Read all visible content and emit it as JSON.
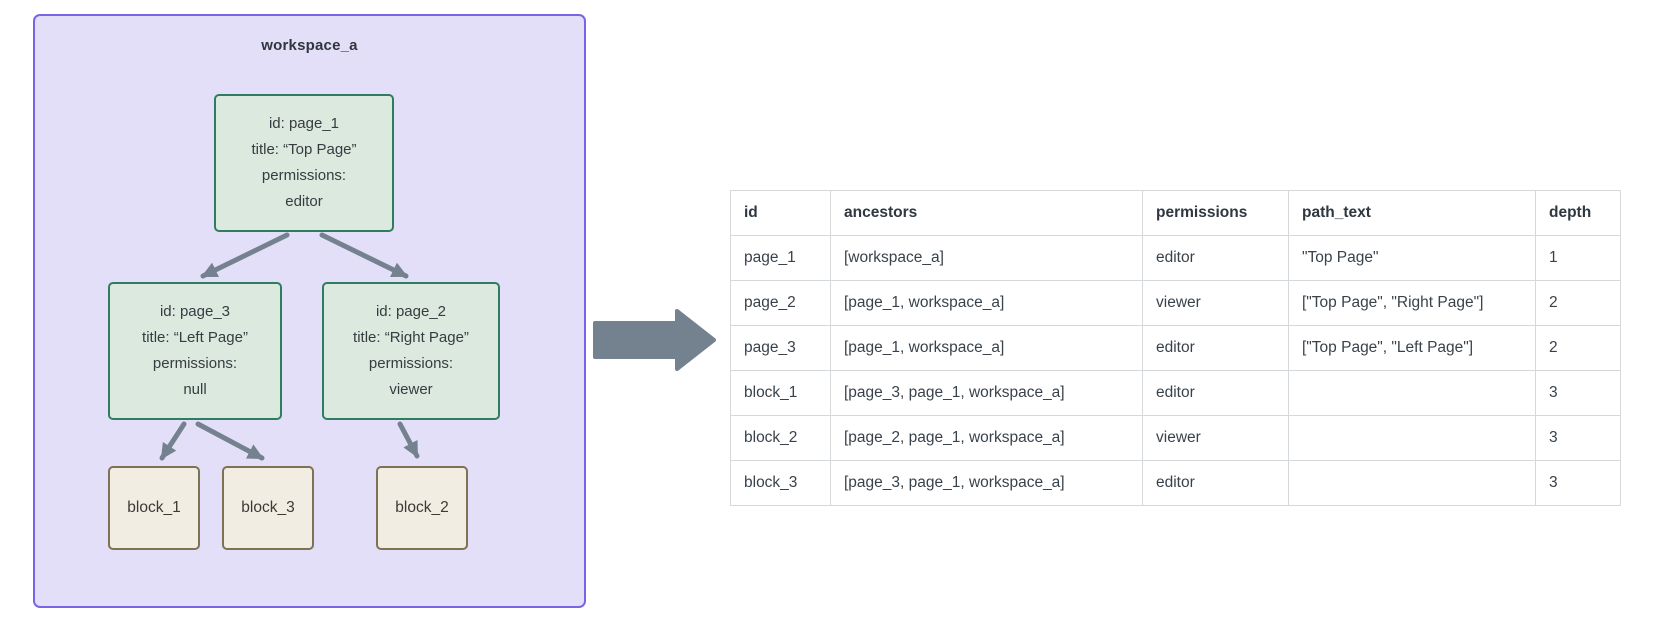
{
  "colors": {
    "workspace_fill": "#e3dff9",
    "workspace_border": "#7c63e6",
    "page_fill": "#dbe9df",
    "page_border": "#2e7d62",
    "block_fill": "#f2ede2",
    "block_border": "#7d7253",
    "arrow": "#74818f",
    "table_border": "#d6d9dc"
  },
  "diagram": {
    "workspace_label": "workspace_a",
    "nodes": {
      "page_1": {
        "lines": [
          "id: page_1",
          "title: “Top Page”",
          "permissions:",
          "editor"
        ]
      },
      "page_3": {
        "lines": [
          "id: page_3",
          "title: “Left Page”",
          "permissions:",
          "null"
        ]
      },
      "page_2": {
        "lines": [
          "id: page_2",
          "title: “Right Page”",
          "permissions:",
          "viewer"
        ]
      },
      "block_1": {
        "label": "block_1"
      },
      "block_3": {
        "label": "block_3"
      },
      "block_2": {
        "label": "block_2"
      }
    }
  },
  "table": {
    "headers": [
      "id",
      "ancestors",
      "permissions",
      "path_text",
      "depth"
    ],
    "rows": [
      [
        "page_1",
        "[workspace_a]",
        "editor",
        "\"Top Page\"",
        "1"
      ],
      [
        "page_2",
        "[page_1, workspace_a]",
        "viewer",
        "[\"Top Page\", \"Right Page\"]",
        "2"
      ],
      [
        "page_3",
        "[page_1, workspace_a]",
        "editor",
        "[\"Top Page\", \"Left Page\"]",
        "2"
      ],
      [
        "block_1",
        "[page_3, page_1, workspace_a]",
        "editor",
        "",
        "3"
      ],
      [
        "block_2",
        "[page_2, page_1, workspace_a]",
        "viewer",
        "",
        "3"
      ],
      [
        "block_3",
        "[page_3, page_1, workspace_a]",
        "editor",
        "",
        "3"
      ]
    ]
  }
}
